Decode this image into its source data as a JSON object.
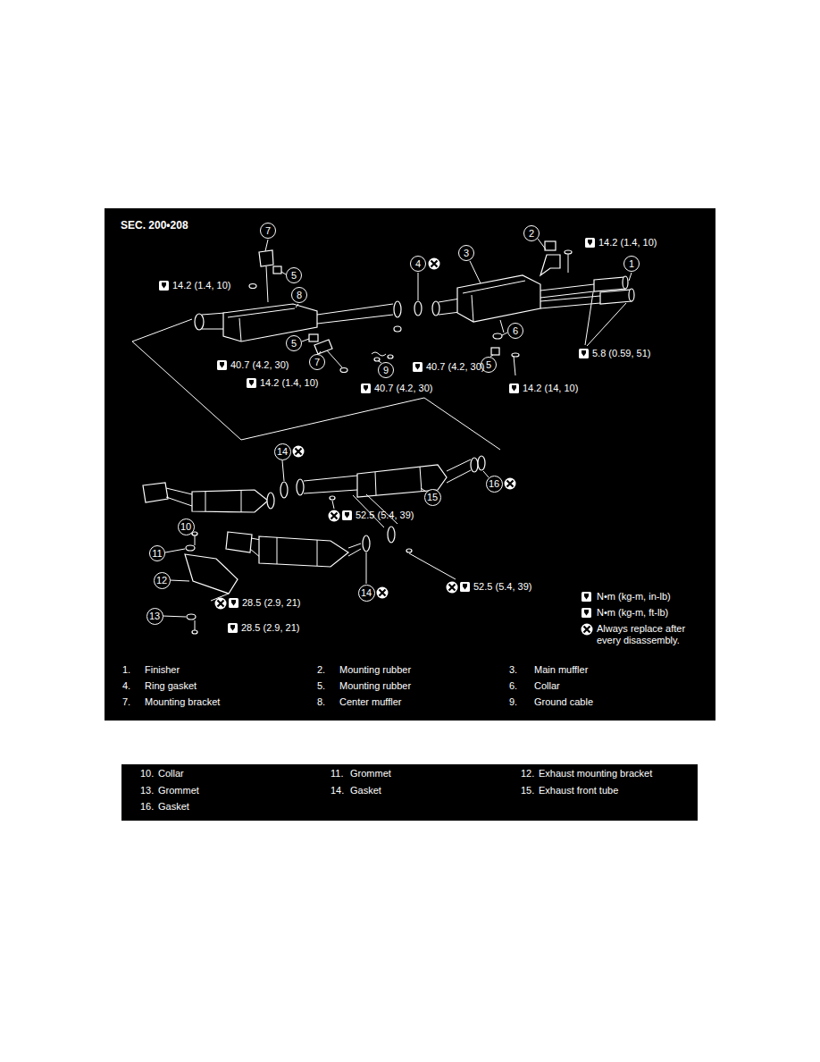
{
  "diagram": {
    "nodes": [
      {
        "text": [
          "7"
        ]
      },
      {
        "text": [
          "2"
        ]
      },
      {
        "text": [
          "3"
        ]
      },
      {
        "text": [
          "1"
        ]
      },
      {
        "text": [
          "4"
        ]
      },
      {
        "text": [
          "5"
        ]
      },
      {
        "text": [
          "8"
        ]
      },
      {
        "text": [
          "6"
        ]
      },
      {
        "text": [
          "5"
        ]
      },
      {
        "text": [
          "7"
        ]
      },
      {
        "text": [
          "5"
        ]
      },
      {
        "text": [
          "9"
        ]
      },
      {
        "text": [
          "14"
        ]
      },
      {
        "text": [
          "16"
        ]
      },
      {
        "text": [
          "15"
        ]
      },
      {
        "text": [
          "10"
        ]
      },
      {
        "text": [
          "11"
        ]
      },
      {
        "text": [
          "12"
        ]
      },
      {
        "text": [
          "14"
        ]
      },
      {
        "text": [
          "13"
        ]
      }
    ],
    "labels": [
      "SEC. 200•208",
      "14.2 (1.4, 10)",
      "14.2 (1.4, 10)",
      "5.8 (0.59, 51)",
      "40.7 (4.2, 30)",
      "40.7 (4.2, 30)",
      "14.2 (1.4, 10)",
      "40.7 (4.2, 30)",
      "14.2 (14, 10)",
      "52.5 (5.4, 39)",
      "28.5 (2.9, 21)",
      "52.5 (5.4, 39)",
      "28.5 (2.9, 21)",
      "1.",
      "Finisher",
      "2.",
      "Mounting rubber",
      "3.",
      "Main muffler",
      "4.",
      "Ring gasket",
      "5.",
      "Mounting rubber",
      "6.",
      "Collar",
      "7.",
      "Mounting bracket",
      "8.",
      "Center muffler",
      "9.",
      "Ground cable",
      "10.",
      "Collar",
      "11.",
      "Grommet",
      "12.",
      "Exhaust mounting bracket",
      "13.",
      "Grommet",
      "14.",
      "Gasket",
      "15.",
      "Exhaust front tube",
      "16.",
      "Gasket"
    ],
    "legend": [
      {
        "text": "N•m (kg-m, in-lb)"
      },
      {
        "text": "N•m (kg-m, ft-lb)"
      },
      {
        "text": "Always replace after every disassembly."
      }
    ]
  }
}
